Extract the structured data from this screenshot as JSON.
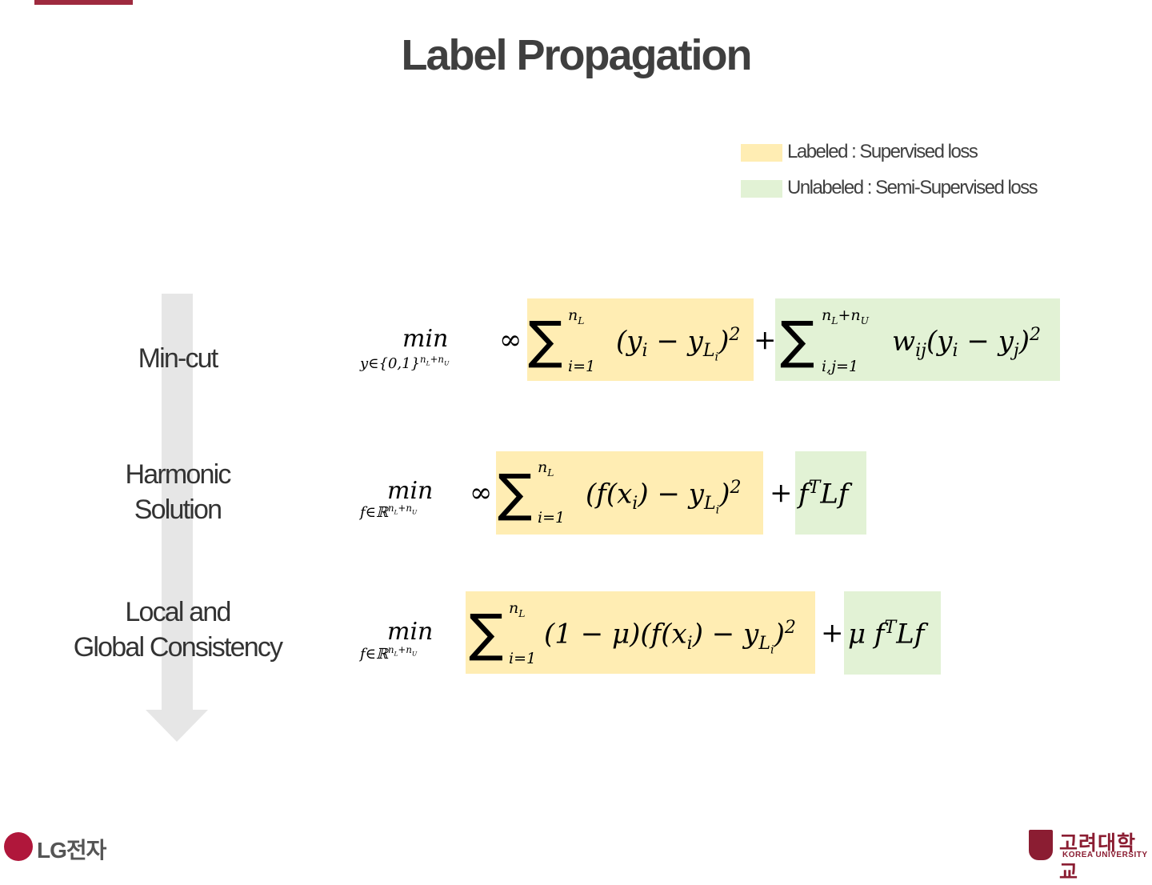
{
  "title": "Label Propagation",
  "legend": [
    {
      "label": "Labeled : Supervised loss",
      "color": "#ffedb3"
    },
    {
      "label": "Unlabeled : Semi-Supervised loss",
      "color": "#e2f2d5"
    }
  ],
  "stages": [
    {
      "lines": [
        "Min-cut"
      ]
    },
    {
      "lines": [
        "Harmonic",
        "Solution"
      ]
    },
    {
      "lines": [
        "Local and",
        "Global Consistency"
      ]
    }
  ],
  "equations": {
    "e1": {
      "min": "min",
      "min_sub": "y∈{0,1}ⁿᴸ⁺ⁿᵁ",
      "inf": "∞",
      "sum_top": "nL",
      "sum_bottom": "i=1",
      "term_labeled": "(yi − yLi)²",
      "plus": "+",
      "sum2_top": "nL+nU",
      "sum2_bottom": "i,j=1",
      "term_unlabeled": "wij(yi − yj)²"
    },
    "e2": {
      "min": "min",
      "min_sub": "f∈ℝⁿᴸ⁺ⁿᵁ",
      "inf": "∞",
      "sum_top": "nL",
      "sum_bottom": "i=1",
      "term_labeled": "(f(xi) − yLi)²",
      "plus": "+",
      "term_unlabeled": "fᵀLf"
    },
    "e3": {
      "min": "min",
      "min_sub": "f∈ℝⁿᴸ⁺ⁿᵁ",
      "sum_top": "nL",
      "sum_bottom": "i=1",
      "term_labeled": "(1 − μ)(f(xi) − yLi)²",
      "plus": "+",
      "term_unlabeled": "μ fᵀLf"
    }
  },
  "footer": {
    "left_logo": "LG전자",
    "right_logo": "고려대학교",
    "right_logo_sub": "KOREA UNIVERSITY"
  },
  "colors": {
    "accent": "#9e2a3f",
    "labeled": "#ffedb3",
    "unlabeled": "#e2f2d5"
  }
}
